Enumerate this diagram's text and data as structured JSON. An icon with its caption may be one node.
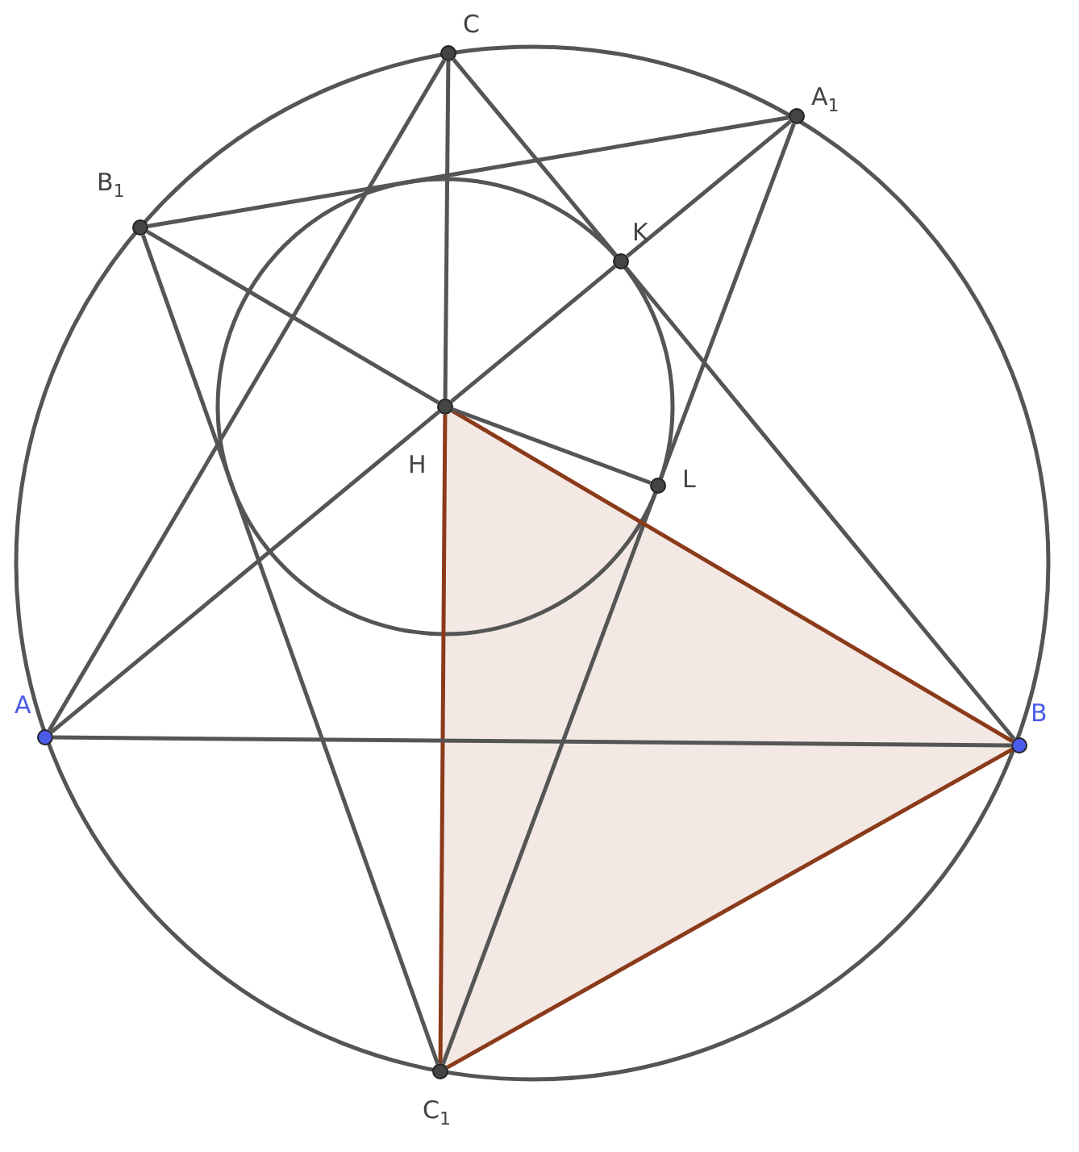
{
  "diagram": {
    "nodes": [
      {
        "text": [
          "C"
        ]
      },
      {
        "text": [
          "A$_{1}$"
        ]
      },
      {
        "text": [
          "B$_{1}$"
        ]
      },
      {
        "text": [
          "K"
        ]
      },
      {
        "text": [
          "H"
        ]
      },
      {
        "text": [
          "L"
        ]
      },
      {
        "text": [
          "A"
        ]
      },
      {
        "text": [
          "B"
        ]
      },
      {
        "text": [
          "C$_{1}$"
        ]
      }
    ],
    "edges": [
      {
        "from": 0,
        "to": 4,
        "arrow": "none"
      },
      {
        "from": 4,
        "to": 8,
        "arrow": "none",
        "color": "#8b3a1a"
      },
      {
        "from": 0,
        "to": 6,
        "arrow": "none"
      },
      {
        "from": 0,
        "to": 3,
        "arrow": "none"
      },
      {
        "from": 3,
        "to": 7,
        "arrow": "none"
      },
      {
        "from": 6,
        "to": 4,
        "arrow": "none"
      },
      {
        "from": 4,
        "to": 3,
        "arrow": "none"
      },
      {
        "from": 3,
        "to": 1,
        "arrow": "none"
      },
      {
        "from": 1,
        "to": 2,
        "arrow": "none"
      },
      {
        "from": 1,
        "to": 5,
        "arrow": "none"
      },
      {
        "from": 5,
        "to": 8,
        "arrow": "none"
      },
      {
        "from": 2,
        "to": 4,
        "arrow": "none"
      },
      {
        "from": 4,
        "to": 7,
        "arrow": "none",
        "color": "#8b3a1a"
      },
      {
        "from": 4,
        "to": 5,
        "arrow": "none"
      },
      {
        "from": 2,
        "to": 8,
        "arrow": "none"
      },
      {
        "from": 6,
        "to": 7,
        "arrow": "none"
      },
      {
        "from": 7,
        "to": 8,
        "arrow": "none",
        "color": "#8b3a1a"
      }
    ]
  }
}
